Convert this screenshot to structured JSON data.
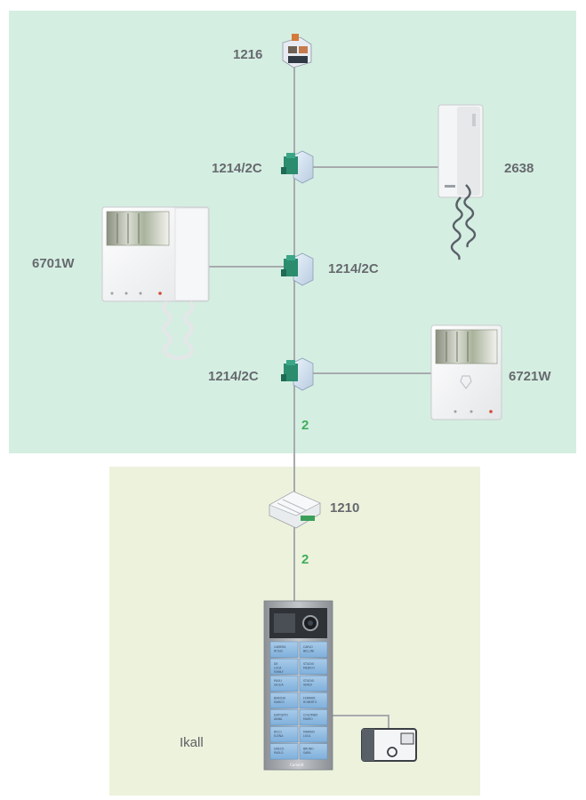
{
  "zones": {
    "indoor_color": "#d5eee2",
    "outdoor_color": "#ecf2dc",
    "outdoor_label": "Ikall"
  },
  "devices": {
    "power_supply": {
      "code": "1216"
    },
    "distributor_1": {
      "code": "1214/2C"
    },
    "distributor_2": {
      "code": "1214/2C"
    },
    "distributor_3": {
      "code": "1214/2C"
    },
    "audio_handset": {
      "code": "2638"
    },
    "video_monitor_handset": {
      "code": "6701W"
    },
    "video_monitor_handsfree": {
      "code": "6721W"
    },
    "converter": {
      "code": "1210"
    },
    "entrance_panel": {
      "code": "Ikall",
      "name_tags": [
        "CAMERA ROSSI",
        "CARLO BELLINI",
        "DE LUCA FAMILY",
        "STUDIO MEDICO",
        "PAOLI GIULIA",
        "STUDIO VERDI",
        "BIANCHI MARCO",
        "FERRARI ROBERTO",
        "ESPOSITO ANNA",
        "COLOMBO MARIO",
        "RICCI ELENA",
        "MARINO LUCA",
        "GRECO PAOLO",
        "BRUNO SARA"
      ]
    },
    "door_lock": {
      "icon": "electric-lock-icon"
    }
  },
  "wires": {
    "riser_label": "2",
    "panel_label": "2",
    "line_color": "#a7aaad",
    "label_color": "#3fae5a"
  }
}
